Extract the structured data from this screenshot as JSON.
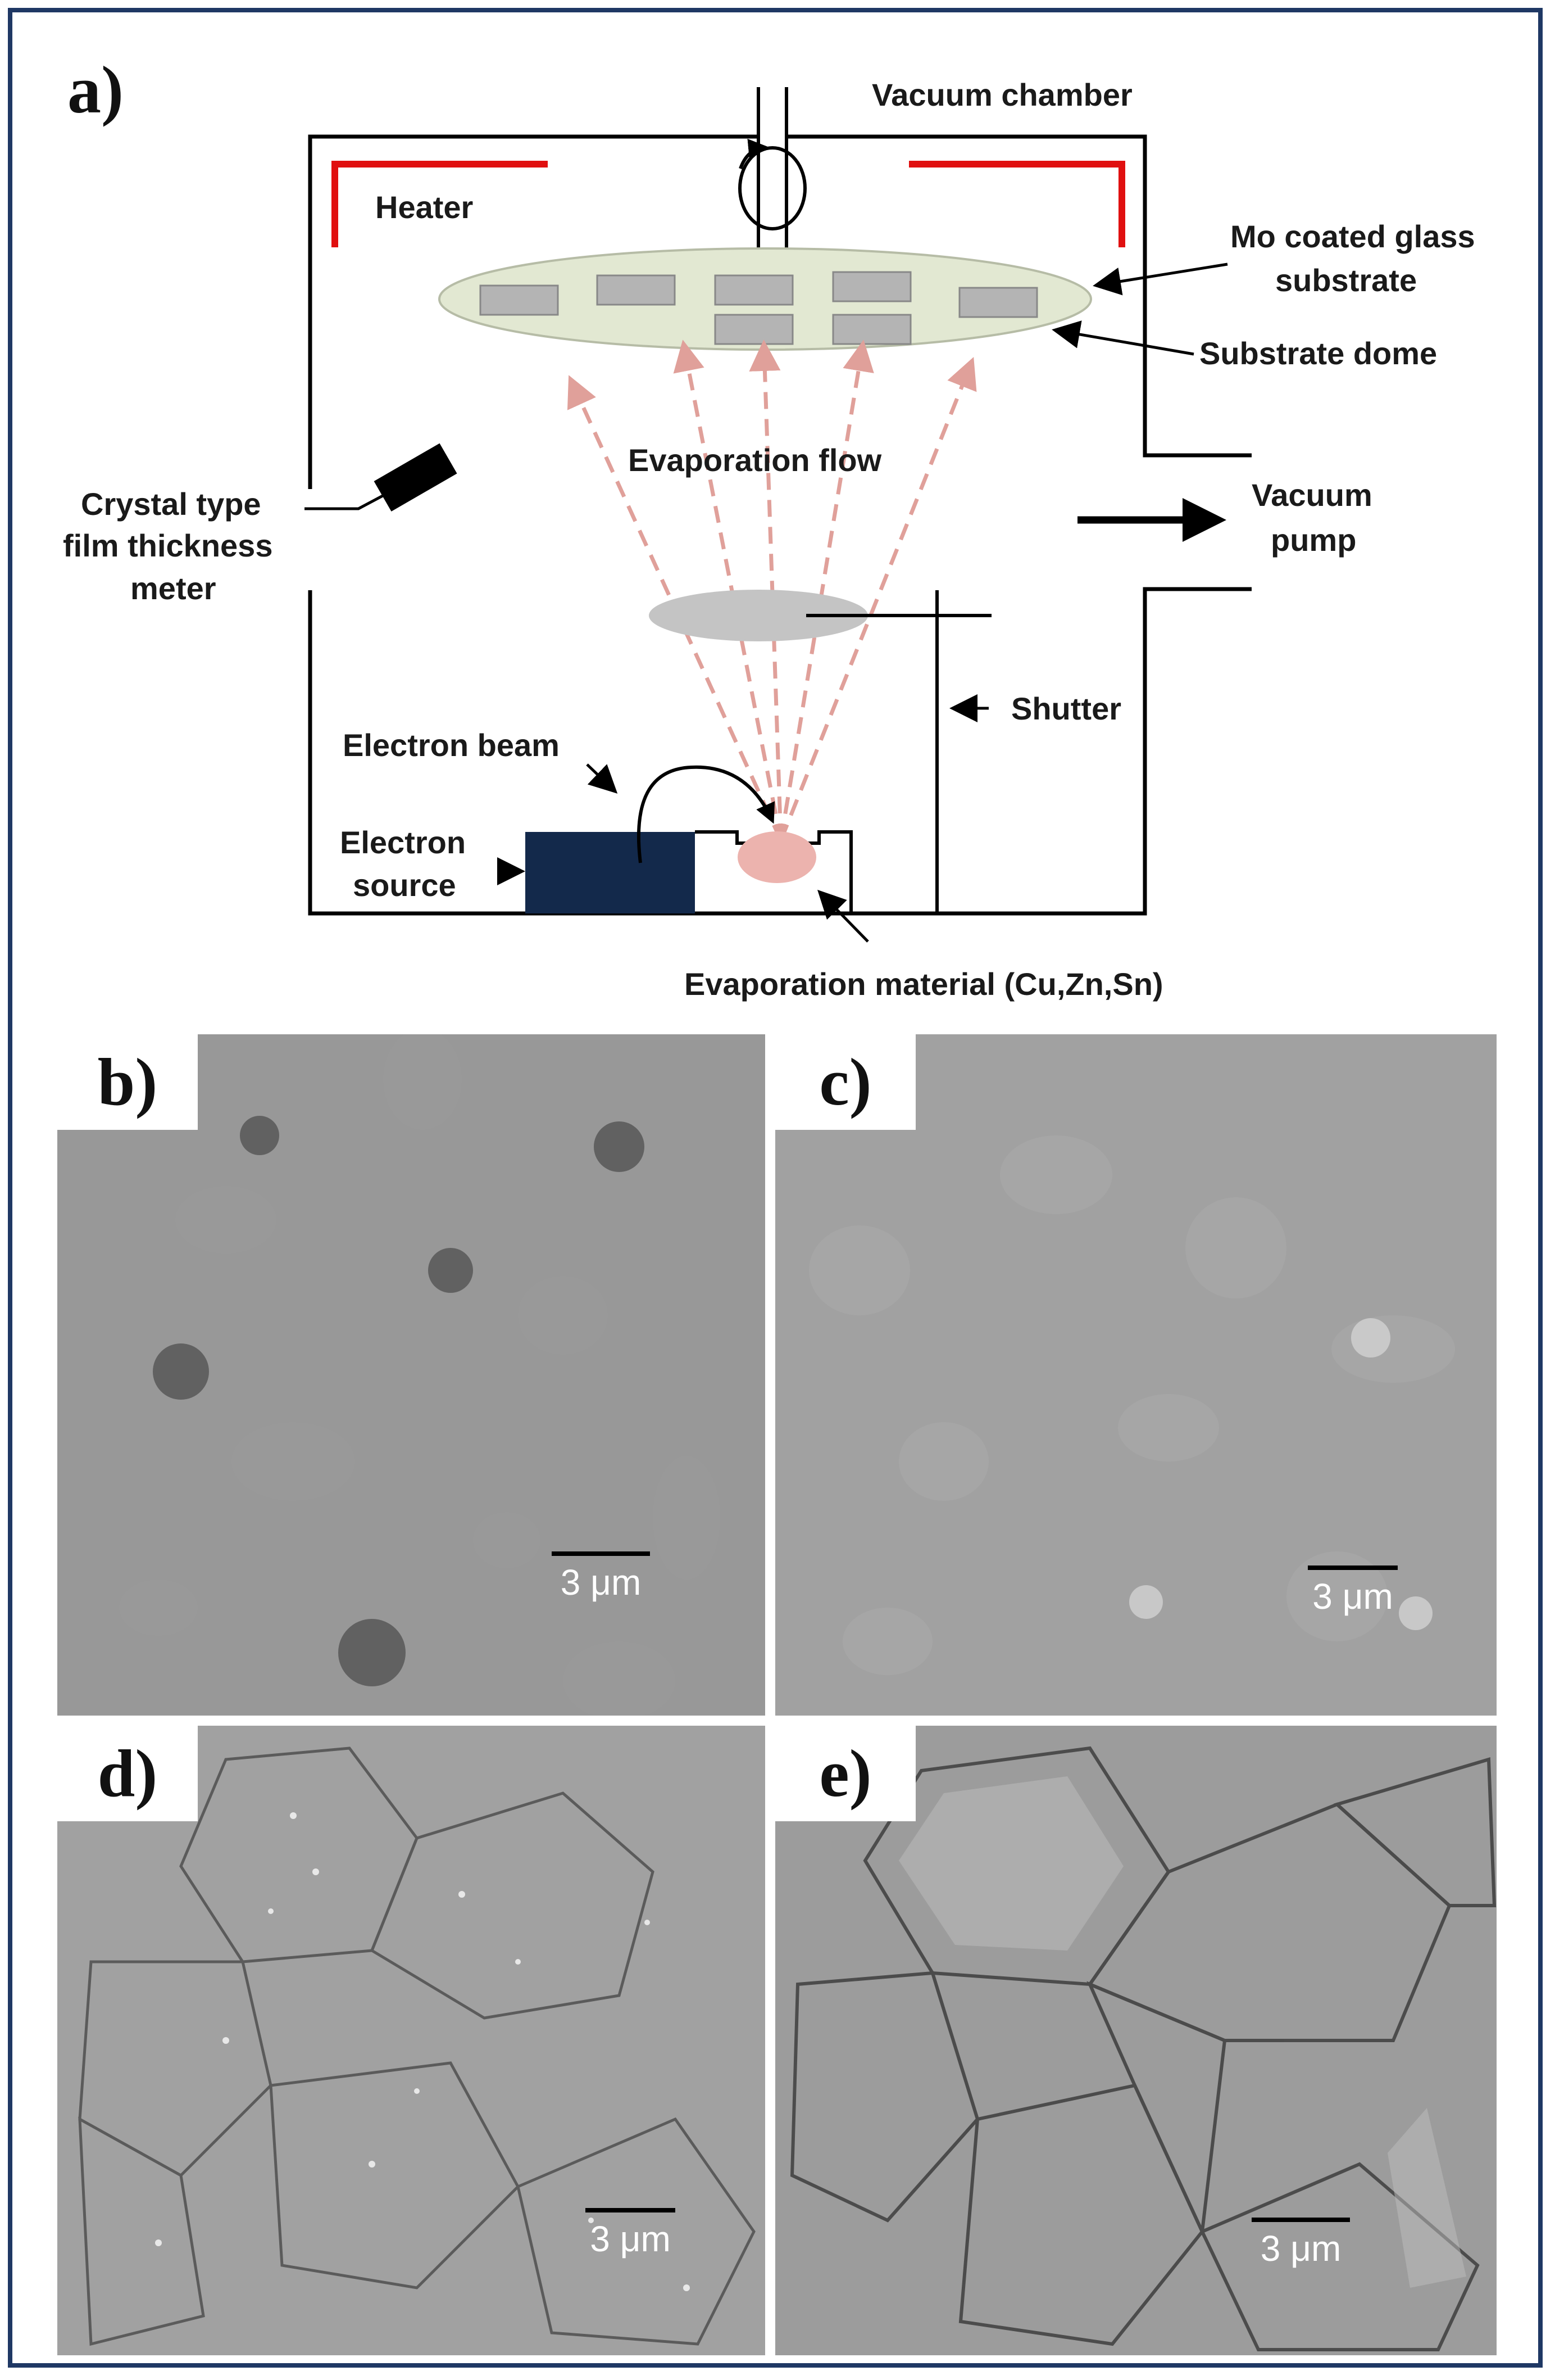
{
  "panel_a": {
    "letter": "a)",
    "labels": {
      "vacuum_chamber": "Vacuum chamber",
      "heater": "Heater",
      "substrate_line1": "Mo coated glass",
      "substrate_line2": "substrate",
      "substrate_dome": "Substrate dome",
      "evaporation_flow": "Evaporation flow",
      "crystal_line1": "Crystal type",
      "crystal_line2": "film thickness",
      "crystal_line3": "meter",
      "vacuum_line1": "Vacuum",
      "vacuum_line2": "pump",
      "shutter": "Shutter",
      "electron_beam": "Electron beam",
      "electron_line1": "Electron",
      "electron_line2": "source",
      "evaporation_material": "Evaporation material (Cu,Zn,Sn)"
    },
    "colors": {
      "heater": "#e01010",
      "dome": "#e2e8d2",
      "substrate": "#b4b4b4",
      "flow": "#e0a09a",
      "electron_source": "#13294b",
      "material": "#ecb3ae",
      "shutter_disc": "#c4c4c4"
    }
  },
  "sem_panels": [
    {
      "letter": "b)",
      "scale_label": "3 μm"
    },
    {
      "letter": "c)",
      "scale_label": "3 μm"
    },
    {
      "letter": "d)",
      "scale_label": "3 μm"
    },
    {
      "letter": "e)",
      "scale_label": "3 μm"
    }
  ]
}
